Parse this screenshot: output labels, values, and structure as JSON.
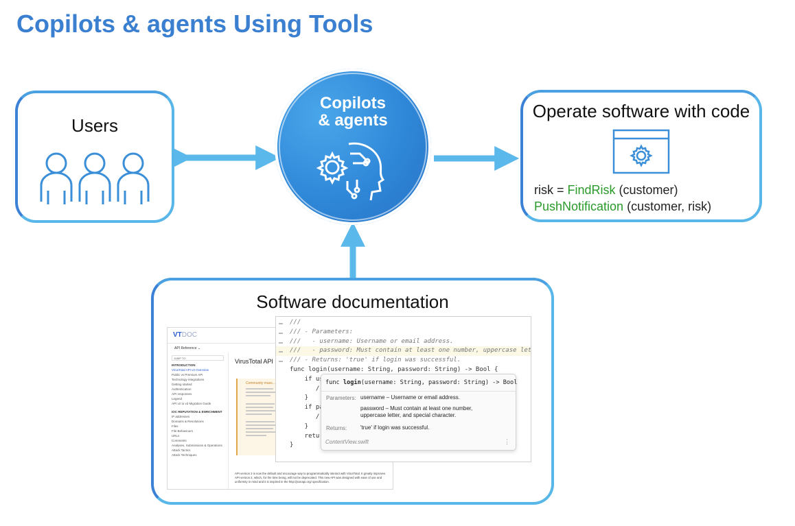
{
  "title": "Copilots & agents Using Tools",
  "users": {
    "label": "Users"
  },
  "center": {
    "label_line1": "Copilots",
    "label_line2": "& agents"
  },
  "operate": {
    "label": "Operate software with code",
    "line1_prefix": "risk = ",
    "line1_fn": "FindRisk",
    "line1_args": " (customer)",
    "line2_fn": "PushNotification",
    "line2_args": " (customer, risk)"
  },
  "docs": {
    "label": "Software documentation",
    "site": {
      "logo_main": "VT",
      "logo_sub": "DOC",
      "reference": "API Reference ⌄",
      "jump": "JUMP TO",
      "heading": "VirusTotal API",
      "note_title": "Community mass...",
      "sidebar": [
        {
          "text": "INTRODUCTION",
          "kind": "head"
        },
        {
          "text": "VirusTotal API v3 Overview",
          "kind": "active"
        },
        {
          "text": "Public vs Premium API",
          "kind": "item"
        },
        {
          "text": "Technology integrations",
          "kind": "item"
        },
        {
          "text": "Getting started",
          "kind": "item"
        },
        {
          "text": "Authentication",
          "kind": "item"
        },
        {
          "text": "API responses",
          "kind": "item"
        },
        {
          "text": "Legend",
          "kind": "item"
        },
        {
          "text": "API v2 to v3 Migration Guide",
          "kind": "item"
        },
        {
          "text": "IOC REPUTATION & ENRICHMENT",
          "kind": "head"
        },
        {
          "text": "IP addresses",
          "kind": "item"
        },
        {
          "text": "Domains & Resolutions",
          "kind": "item"
        },
        {
          "text": "Files",
          "kind": "item"
        },
        {
          "text": "File Behaviours",
          "kind": "item"
        },
        {
          "text": "URLs",
          "kind": "item"
        },
        {
          "text": "Comments",
          "kind": "item"
        },
        {
          "text": "Analyses, Submissions & Operations",
          "kind": "item"
        },
        {
          "text": "Attack Tactics",
          "kind": "item"
        },
        {
          "text": "Attack Techniques",
          "kind": "item"
        }
      ],
      "paragraph": "API version 3 is now the default and encourage way to programmatically interact with VirusTotal. It greatly improves API version 2, which, for the time being, will not be deprecated. This new API was designed with ease of use and uniformity in mind and it is inspired in the http://jsonapi.org/ specification."
    },
    "code": {
      "lines": [
        {
          "text": "///",
          "kind": "comment"
        },
        {
          "text": "/// - Parameters:",
          "kind": "comment"
        },
        {
          "text": "///   - username: Username or email address.",
          "kind": "comment"
        },
        {
          "text": "///   - password: Must contain at least one number, uppercase letter,",
          "kind": "comment"
        },
        {
          "text": "/// - Returns: 'true' if login was successful.",
          "kind": "comment"
        },
        {
          "text": "func login(username: String, password: String) -> Bool {",
          "kind": "code"
        },
        {
          "text": "    if us",
          "kind": "code"
        },
        {
          "text": "       /",
          "kind": "code"
        },
        {
          "text": "    }",
          "kind": "code"
        },
        {
          "text": "    if pa",
          "kind": "code"
        },
        {
          "text": "       /",
          "kind": "code"
        },
        {
          "text": "    }",
          "kind": "code"
        },
        {
          "text": "    retur",
          "kind": "code"
        },
        {
          "text": "}",
          "kind": "code"
        }
      ],
      "popup": {
        "signature_prefix": "func ",
        "signature_name": "login",
        "signature_rest": "(username: String, password: String) -> Bool",
        "params_label": "Parameters:",
        "param1_name": "username",
        "param1_desc": " – Username or email address.",
        "param2_name": "password",
        "param2_desc_line1": " – Must contain at least one number,",
        "param2_desc_line2": "uppercase letter, and special character.",
        "returns_label": "Returns:",
        "returns_desc": "'true' if login was successful.",
        "file": "ContentView.swift",
        "more": "⋮"
      }
    }
  },
  "colors": {
    "title": "#3a7fd0",
    "accent": "#4aa6ea",
    "function": "#2a9a2a"
  },
  "icons": [
    "users-icon",
    "gear-head-icon",
    "app-window-gear-icon"
  ]
}
